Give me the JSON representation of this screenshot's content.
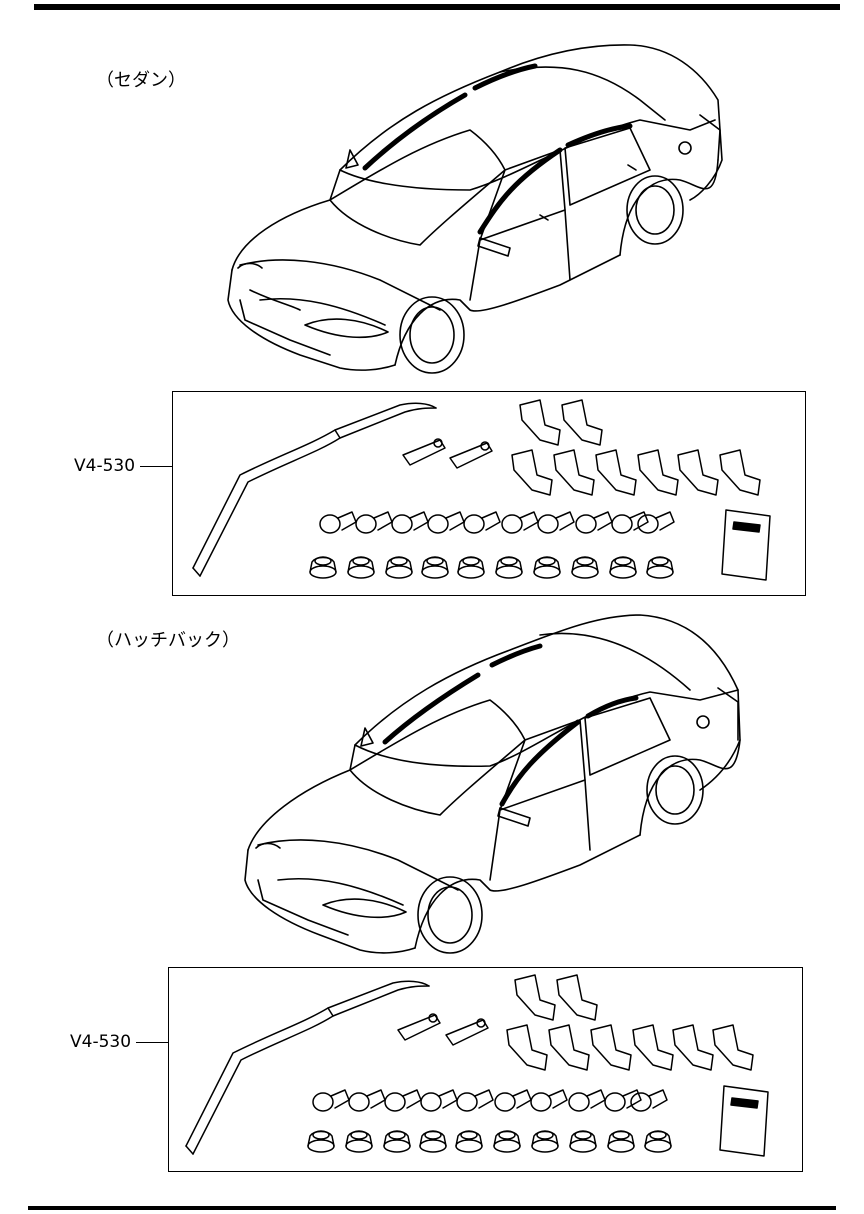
{
  "sections": [
    {
      "variant": "（セダン）",
      "part_number": "V4-530"
    },
    {
      "variant": "（ハッチバック）",
      "part_number": "V4-530"
    }
  ],
  "icons": [
    "car-illustration",
    "visor-strip",
    "bracket-clip",
    "mounting-clip",
    "push-rivet",
    "grommet",
    "instruction-sheet"
  ]
}
